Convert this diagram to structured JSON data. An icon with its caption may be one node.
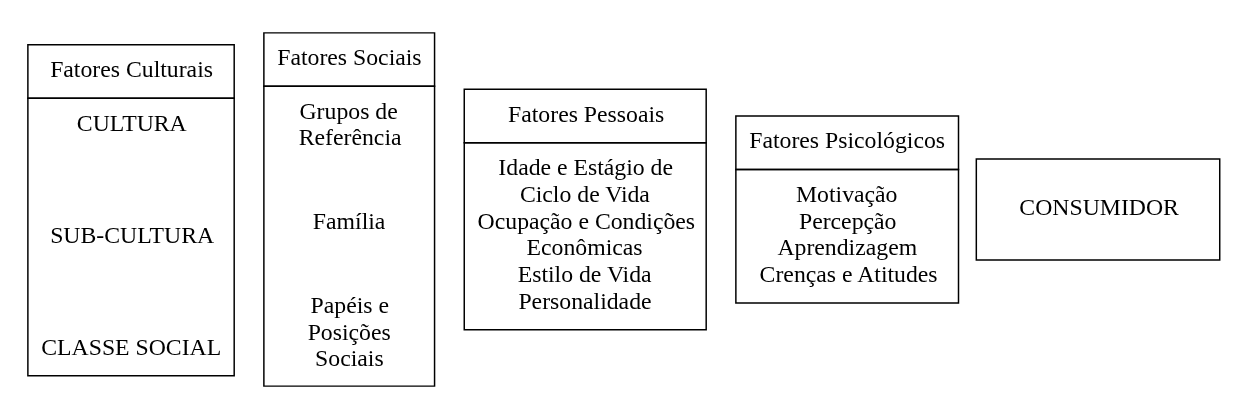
{
  "diagram": {
    "nodes": [
      {
        "text": [
          "Fatores Culturais",
          "CULTURA",
          "SUB-CULTURA",
          "CLASSE SOCIAL"
        ]
      },
      {
        "text": [
          "Fatores Sociais",
          "Grupos de Referência",
          "Família",
          "Papéis e Posições Sociais"
        ]
      },
      {
        "text": [
          "Fatores Pessoais",
          "Idade e Estágio de Ciclo de Vida",
          "Ocupação e Condições Econômicas",
          "Estilo de Vida",
          "Personalidade"
        ]
      },
      {
        "text": [
          "Fatores Psicológicos",
          "Motivação",
          "Percepção",
          "Aprendizagem",
          "Crenças e Atitudes"
        ]
      },
      {
        "text": [
          "CONSUMIDOR"
        ]
      }
    ]
  }
}
